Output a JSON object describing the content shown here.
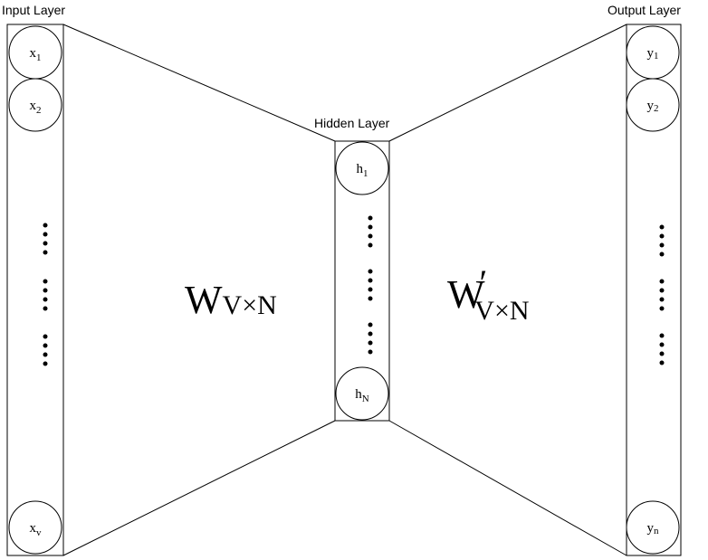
{
  "layers": {
    "input": {
      "label": "Input Layer",
      "nodes": [
        {
          "var": "x",
          "sub": "1"
        },
        {
          "var": "x",
          "sub": "2"
        },
        {
          "var": "x",
          "sub": "v"
        }
      ]
    },
    "hidden": {
      "label": "Hidden Layer",
      "nodes": [
        {
          "var": "h",
          "sub": "1"
        },
        {
          "var": "h",
          "sub": "N"
        }
      ]
    },
    "output": {
      "label": "Output Layer",
      "nodes": [
        {
          "var": "y",
          "sub": "1"
        },
        {
          "var": "y",
          "sub": "2"
        },
        {
          "var": "y",
          "sub": "n"
        }
      ]
    }
  },
  "weights": {
    "input_to_hidden": {
      "symbol": "W",
      "subscript": "V×N"
    },
    "hidden_to_output": {
      "symbol": "W",
      "prime": "′",
      "subscript": "V×N"
    }
  }
}
